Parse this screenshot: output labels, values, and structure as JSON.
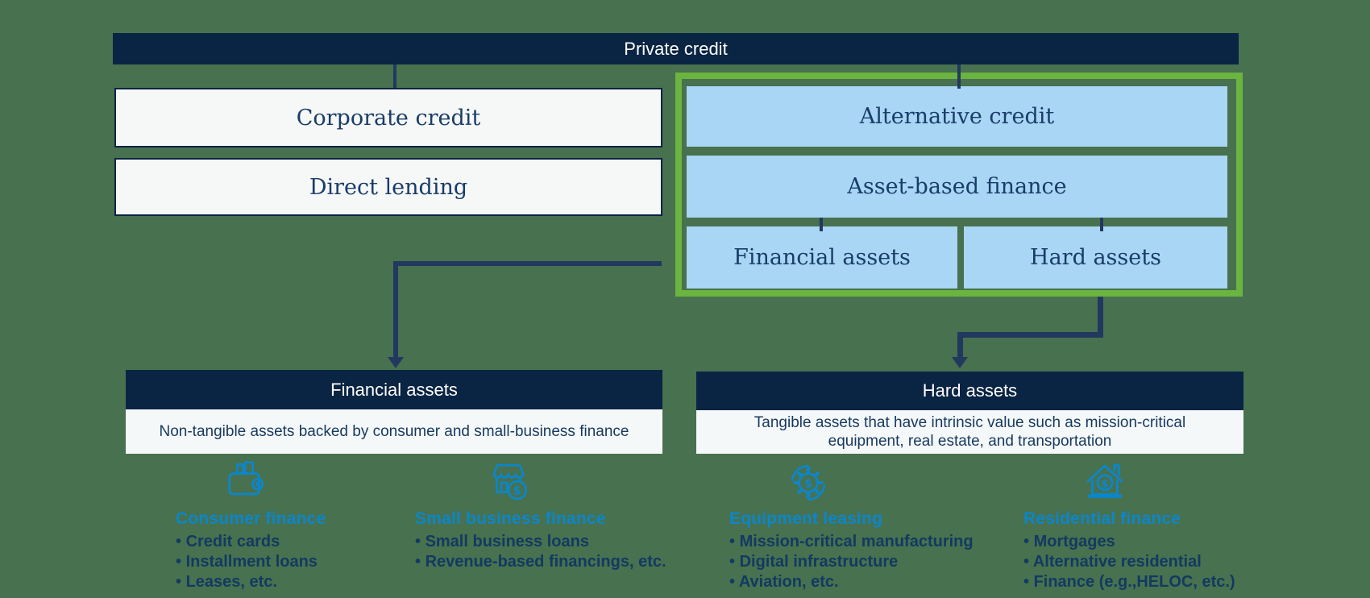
{
  "colors": {
    "background": "#48714F",
    "navy": "#0A2443",
    "connector": "#22395F",
    "green_border": "#6AB43F",
    "light_blue": "#A9D6F4",
    "off_white": "#F5F8F6",
    "accent_blue": "#0C86CA"
  },
  "root_label": "Private credit",
  "left_column": {
    "box1": "Corporate credit",
    "box2": "Direct lending"
  },
  "alt_group": {
    "box1": "Alternative credit",
    "box2": "Asset-based finance",
    "box3": "Financial assets",
    "box4": "Hard assets"
  },
  "financial_section": {
    "title": "Financial assets",
    "description": "Non-tangible assets backed by consumer and small-business finance"
  },
  "hard_section": {
    "title": "Hard assets",
    "description": "Tangible assets that have intrinsic value such as mission-critical equipment, real estate, and transportation"
  },
  "columns": {
    "consumer": {
      "icon": "wallet-icon",
      "heading": "Consumer finance",
      "item1": "Credit cards",
      "item2": "Installment loans",
      "item3": "Leases, etc."
    },
    "small_business": {
      "icon": "storefront-icon",
      "heading": "Small business finance",
      "item1": "Small business loans",
      "item2": "Revenue-based financings, etc."
    },
    "equipment": {
      "icon": "gear-dollar-icon",
      "heading": "Equipment leasing",
      "item1": "Mission-critical manufacturing",
      "item2": "Digital infrastructure",
      "item3": "Aviation, etc."
    },
    "residential": {
      "icon": "house-dollar-icon",
      "heading": "Residential finance",
      "item1": "Mortgages",
      "item2": "Alternative residential",
      "item3": "Finance (e.g.,HELOC, etc.)"
    }
  }
}
